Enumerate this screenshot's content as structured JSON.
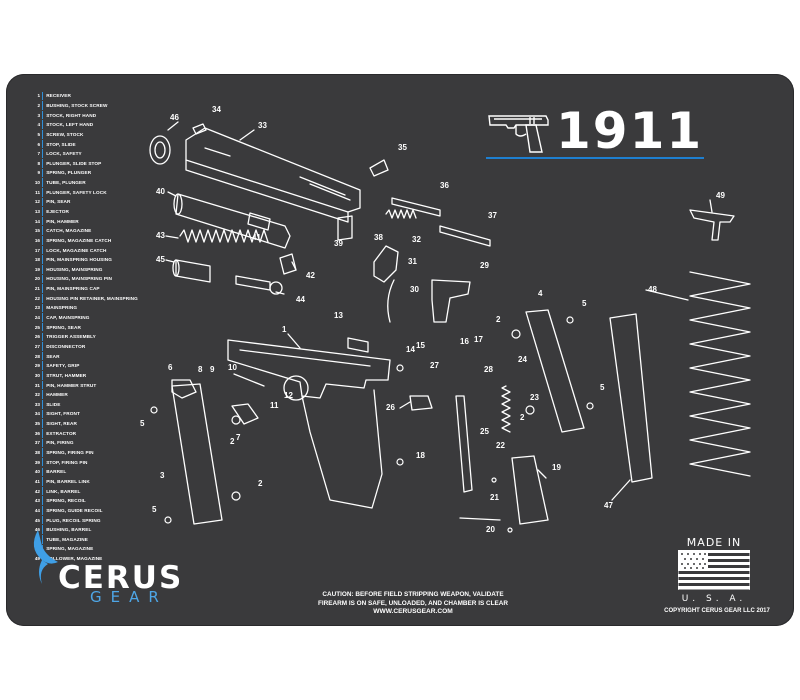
{
  "title": "1911",
  "legend": [
    {
      "num": "1",
      "label": "RECEIVER"
    },
    {
      "num": "2",
      "label": "BUSHING, STOCK SCREW"
    },
    {
      "num": "3",
      "label": "STOCK, RIGHT HAND"
    },
    {
      "num": "4",
      "label": "STOCK, LEFT HAND"
    },
    {
      "num": "5",
      "label": "SCREW, STOCK"
    },
    {
      "num": "6",
      "label": "STOP, SLIDE"
    },
    {
      "num": "7",
      "label": "LOCK, SAFETY"
    },
    {
      "num": "8",
      "label": "PLUNGER, SLIDE STOP"
    },
    {
      "num": "9",
      "label": "SPRING, PLUNGER"
    },
    {
      "num": "10",
      "label": "TUBE, PLUNGER"
    },
    {
      "num": "11",
      "label": "PLUNGER, SAFETY LOCK"
    },
    {
      "num": "12",
      "label": "PIN, SEAR"
    },
    {
      "num": "13",
      "label": "EJECTOR"
    },
    {
      "num": "14",
      "label": "PIN, HAMMER"
    },
    {
      "num": "15",
      "label": "CATCH, MAGAZINE"
    },
    {
      "num": "16",
      "label": "SPRING, MAGAZINE CATCH"
    },
    {
      "num": "17",
      "label": "LOCK, MAGAZINE CATCH"
    },
    {
      "num": "18",
      "label": "PIN, MAINSPRING HOUSING"
    },
    {
      "num": "19",
      "label": "HOUSING, MAINSPRING"
    },
    {
      "num": "20",
      "label": "HOUSING, MAINSPRING PIN"
    },
    {
      "num": "21",
      "label": "PIN, MAINSPRING CAP"
    },
    {
      "num": "22",
      "label": "HOUSING PIN RETAINER, MAINSPRING"
    },
    {
      "num": "23",
      "label": "MAINSPRING"
    },
    {
      "num": "24",
      "label": "CAP, MAINSPRING"
    },
    {
      "num": "25",
      "label": "SPRING, SEAR"
    },
    {
      "num": "26",
      "label": "TRIGGER ASSEMBLY"
    },
    {
      "num": "27",
      "label": "DISCONNECTOR"
    },
    {
      "num": "28",
      "label": "SEAR"
    },
    {
      "num": "29",
      "label": "SAFETY, GRIP"
    },
    {
      "num": "30",
      "label": "STRUT, HAMMER"
    },
    {
      "num": "31",
      "label": "PIN, HAMMER STRUT"
    },
    {
      "num": "32",
      "label": "HAMMER"
    },
    {
      "num": "33",
      "label": "SLIDE"
    },
    {
      "num": "34",
      "label": "SIGHT, FRONT"
    },
    {
      "num": "35",
      "label": "SIGHT, REAR"
    },
    {
      "num": "36",
      "label": "EXTRACTOR"
    },
    {
      "num": "37",
      "label": "PIN, FIRING"
    },
    {
      "num": "38",
      "label": "SPRING, FIRING PIN"
    },
    {
      "num": "39",
      "label": "STOP, FIRING PIN"
    },
    {
      "num": "40",
      "label": "BARREL"
    },
    {
      "num": "41",
      "label": "PIN, BARREL LINK"
    },
    {
      "num": "42",
      "label": "LINK, BARREL"
    },
    {
      "num": "43",
      "label": "SPRING, RECOIL"
    },
    {
      "num": "44",
      "label": "SPRING, GUIDE RECOIL"
    },
    {
      "num": "45",
      "label": "PLUG, RECOIL SPRING"
    },
    {
      "num": "46",
      "label": "BUSHING, BARREL"
    },
    {
      "num": "47",
      "label": "TUBE, MAGAZINE"
    },
    {
      "num": "48",
      "label": "SPRING, MAGAZINE"
    },
    {
      "num": "49",
      "label": "FOLLOWER, MAGAZINE"
    }
  ],
  "callouts": [
    "1",
    "2",
    "2",
    "2",
    "2",
    "3",
    "4",
    "5",
    "5",
    "5",
    "5",
    "6",
    "7",
    "8",
    "9",
    "10",
    "11",
    "12",
    "13",
    "14",
    "15",
    "16",
    "17",
    "18",
    "19",
    "20",
    "21",
    "22",
    "23",
    "24",
    "25",
    "26",
    "27",
    "28",
    "29",
    "30",
    "31",
    "32",
    "33",
    "34",
    "35",
    "36",
    "37",
    "38",
    "39",
    "40",
    "41",
    "42",
    "43",
    "44",
    "45",
    "46",
    "47",
    "48",
    "49"
  ],
  "brand": {
    "name": "CERUS",
    "sub": "GEAR"
  },
  "caution": {
    "line1": "CAUTION: BEFORE FIELD STRIPPING WEAPON, VALIDATE",
    "line2": "FIREARM IS ON SAFE, UNLOADED, AND CHAMBER IS CLEAR"
  },
  "website": "WWW.CERUSGEAR.COM",
  "made_in": {
    "top": "MADE IN",
    "bottom": "U. S. A."
  },
  "copyright": "COPYRIGHT CERUS GEAR LLC 2017",
  "colors": {
    "mat": "#3a3a3c",
    "accent": "#1e7fd0",
    "line": "#ffffff"
  },
  "icons": [
    "pistol-silhouette-icon",
    "bull-horns-logo-icon",
    "us-flag-icon"
  ]
}
